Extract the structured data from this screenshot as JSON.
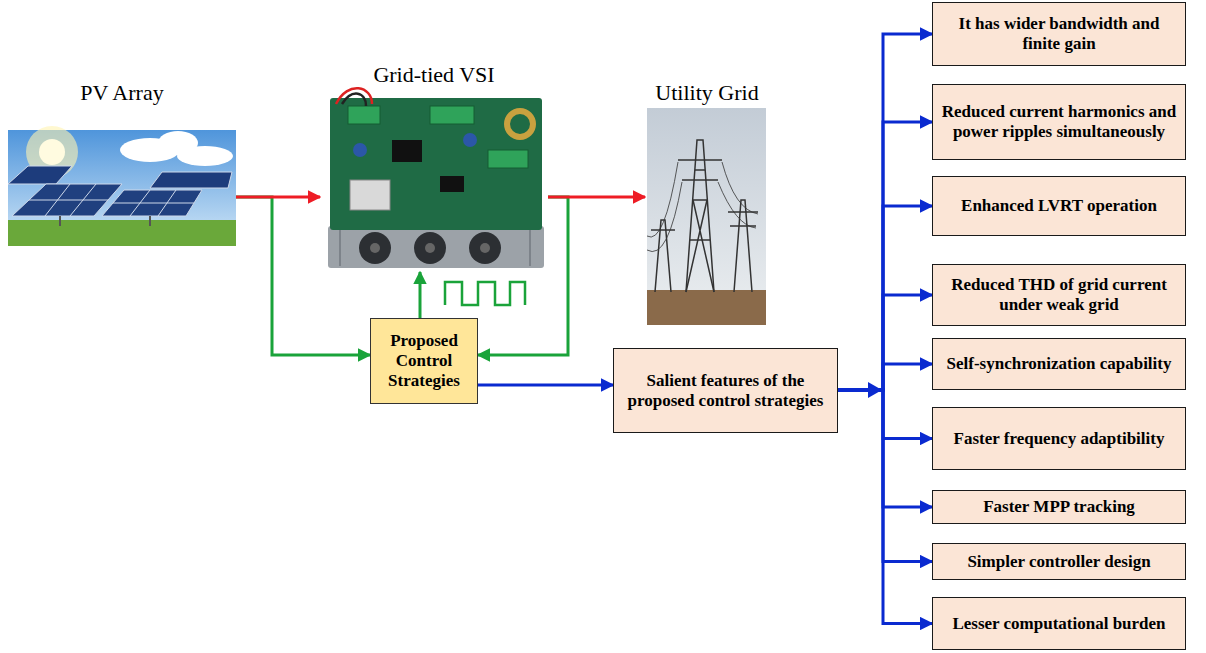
{
  "diagram": {
    "nodes": [
      {
        "text": [
          "PV Array"
        ]
      },
      {
        "text": [
          "Grid-tied VSI"
        ]
      },
      {
        "text": [
          "Utility Grid"
        ]
      },
      {
        "text": [
          "Proposed Control Strategies"
        ]
      },
      {
        "text": [
          "Salient features of the proposed control strategies"
        ]
      },
      {
        "text": [
          "It has wider bandwidth and finite gain"
        ]
      },
      {
        "text": [
          "Reduced current harmonics and power ripples simultaneously"
        ]
      },
      {
        "text": [
          "Enhanced LVRT operation"
        ]
      },
      {
        "text": [
          "Reduced THD of grid current under weak grid"
        ]
      },
      {
        "text": [
          "Self-synchronization capability"
        ]
      },
      {
        "text": [
          "Faster frequency adaptibility"
        ]
      },
      {
        "text": [
          "Faster MPP tracking"
        ]
      },
      {
        "text": [
          "Simpler controller design"
        ]
      },
      {
        "text": [
          "Lesser computational burden"
        ]
      }
    ],
    "edges": [
      {
        "from": 0,
        "to": 1,
        "arrow": "to"
      },
      {
        "from": 1,
        "to": 2,
        "arrow": "to"
      },
      {
        "from": 0,
        "to": 3,
        "arrow": "to"
      },
      {
        "from": 1,
        "to": 3,
        "arrow": "to"
      },
      {
        "from": 3,
        "to": 1,
        "arrow": "to"
      },
      {
        "from": 3,
        "to": 4,
        "arrow": "to"
      },
      {
        "from": 4,
        "to": 5,
        "arrow": "to"
      },
      {
        "from": 4,
        "to": 6,
        "arrow": "to"
      },
      {
        "from": 4,
        "to": 7,
        "arrow": "to"
      },
      {
        "from": 4,
        "to": 8,
        "arrow": "to"
      },
      {
        "from": 4,
        "to": 9,
        "arrow": "to"
      },
      {
        "from": 4,
        "to": 10,
        "arrow": "to"
      },
      {
        "from": 4,
        "to": 11,
        "arrow": "to"
      },
      {
        "from": 4,
        "to": 12,
        "arrow": "to"
      },
      {
        "from": 4,
        "to": 13,
        "arrow": "to"
      }
    ]
  }
}
